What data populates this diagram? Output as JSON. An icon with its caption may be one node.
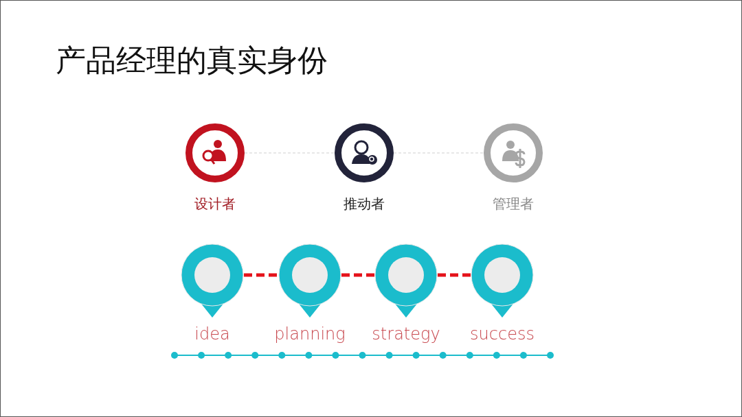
{
  "diagram": {
    "title": "产品经理的真实身份",
    "nodes": [
      {
        "text": [
          "设计者"
        ]
      },
      {
        "text": [
          "推动者"
        ]
      },
      {
        "text": [
          "管理者"
        ]
      },
      {
        "text": [
          "idea"
        ]
      },
      {
        "text": [
          "planning"
        ]
      },
      {
        "text": [
          "strategy"
        ]
      },
      {
        "text": [
          "success"
        ]
      }
    ],
    "edges": [
      {
        "from": 0,
        "to": 1,
        "arrow": "none",
        "style": "dashed",
        "color": "#d0d0d0"
      },
      {
        "from": 1,
        "to": 2,
        "arrow": "none",
        "style": "dashed",
        "color": "#d0d0d0"
      },
      {
        "from": 3,
        "to": 4,
        "arrow": "none",
        "style": "dashed"
      },
      {
        "from": 4,
        "to": 5,
        "arrow": "none",
        "style": "dashed"
      },
      {
        "from": 5,
        "to": 6,
        "arrow": "none",
        "style": "dashed"
      }
    ]
  }
}
